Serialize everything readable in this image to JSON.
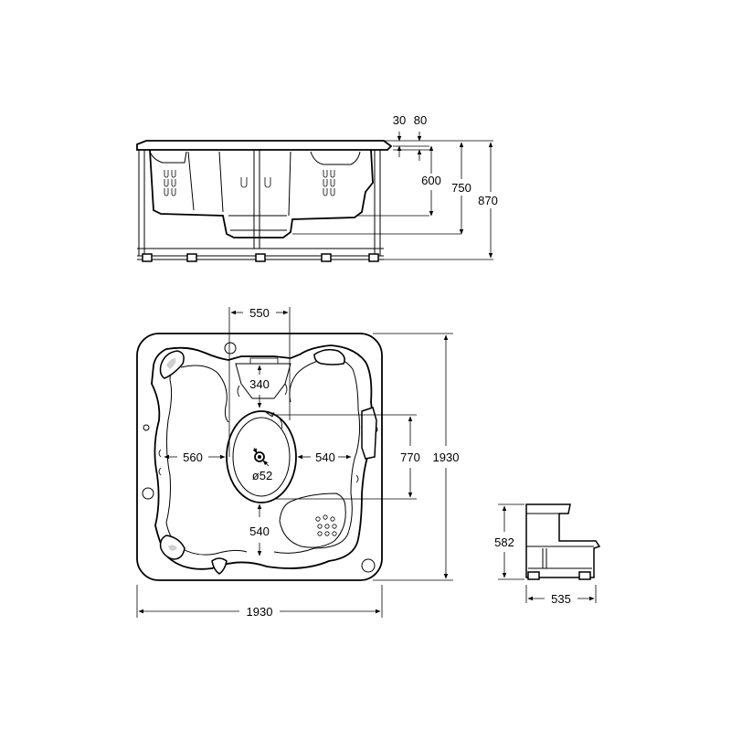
{
  "side_view": {
    "dims": {
      "d30": "30",
      "d80": "80",
      "d600": "600",
      "d750": "750",
      "d870": "870"
    }
  },
  "plan_view": {
    "dims": {
      "d550": "550",
      "d340": "340",
      "d560": "560",
      "d540_right": "540",
      "d770": "770",
      "d1930_right": "1930",
      "d52": "ø52",
      "d540_bottom": "540",
      "d1930_bottom": "1930"
    }
  },
  "step_view": {
    "dims": {
      "d582": "582",
      "d535": "535"
    }
  }
}
